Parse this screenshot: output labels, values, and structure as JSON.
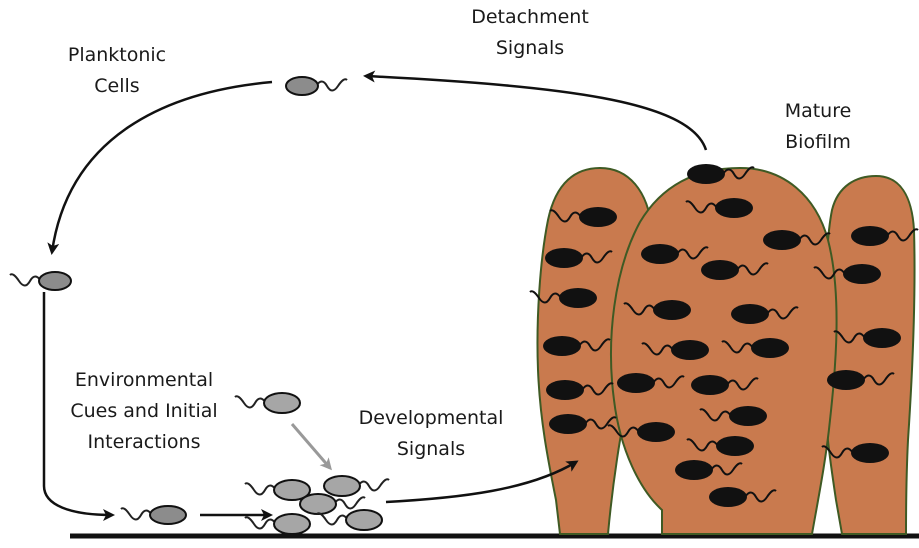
{
  "labels": {
    "detachment": [
      "Detachment",
      "Signals"
    ],
    "planktonic": [
      "Planktonic",
      "Cells"
    ],
    "mature": [
      "Mature",
      "Biofilm"
    ],
    "environmental": [
      "Environmental",
      "Cues and Initial",
      "Interactions"
    ],
    "developmental": [
      "Developmental",
      "Signals"
    ]
  },
  "colors": {
    "biofilm_fill": "#c97a4e",
    "biofilm_outline": "#3f5a24",
    "planktonic_cell": "#8c8c8c",
    "attaching_cell": "#a6a6a6",
    "embedded_cell": "#111111",
    "arrow": "#111111",
    "gray_arrow": "#999999",
    "surface": "#111111"
  }
}
